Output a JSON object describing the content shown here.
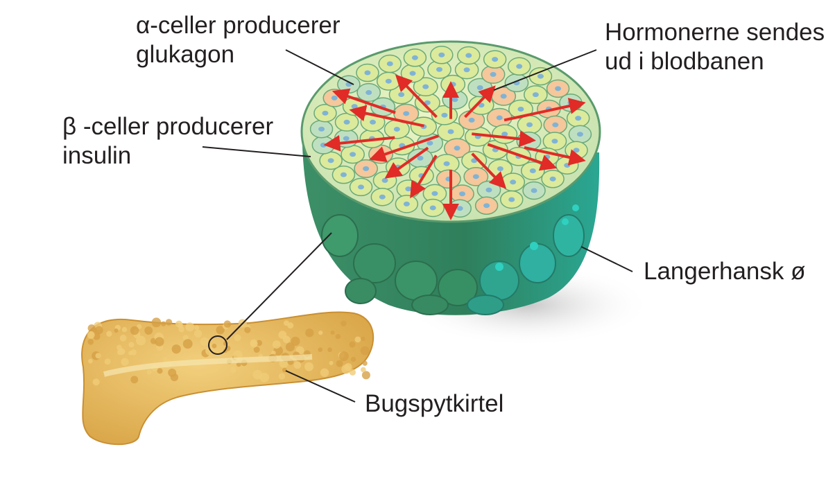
{
  "labels": {
    "alpha": {
      "greek": "α",
      "line1_rest": "-celler producerer",
      "line2": "glukagon"
    },
    "beta": {
      "greek": "β",
      "line1_rest": " -celler producerer",
      "line2": "insulin"
    },
    "hormones": {
      "line1": "Hormonerne sendes",
      "line2": "ud i blodbanen"
    },
    "island": "Langerhansk ø",
    "pancreas": "Bugspytkirtel"
  },
  "colors": {
    "alpha_cell": "#f5c79a",
    "beta_cell": "#dcea9c",
    "other_cell": "#bfe0c0",
    "side_dark": "#2f8a64",
    "side_teal": "#2fb8a6",
    "arrow": "#e02b26",
    "pancreas": "#e7b85a",
    "leader_line": "#231f20"
  }
}
